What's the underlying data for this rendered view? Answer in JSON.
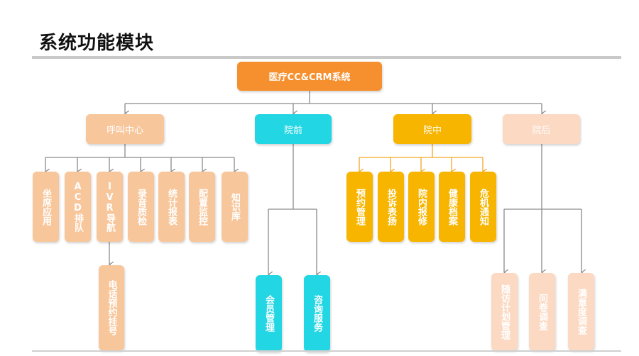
{
  "page": {
    "title": "系统功能模块"
  },
  "root": {
    "label": "医疗CC&CRM系统"
  },
  "branches": {
    "call_center": {
      "label": "呼叫中心",
      "children": [
        "坐席应用",
        "ACD排队",
        "IVR导航",
        "录音质检",
        "统计报表",
        "配置监控",
        "知识库"
      ],
      "grandchild": "电话预约挂号"
    },
    "pre_hospital": {
      "label": "院前",
      "children": [
        "会员管理",
        "咨询服务"
      ]
    },
    "in_hospital": {
      "label": "院中",
      "children": [
        "预约管理",
        "投诉表扬",
        "院内报修",
        "健康档案",
        "危机通知"
      ]
    },
    "post_hospital": {
      "label": "院后",
      "children": [
        "随访计划管理",
        "问卷调查",
        "满意度调查"
      ]
    }
  },
  "colors": {
    "root": "#f68f2d",
    "call_center": "#f8c69b",
    "pre_hospital": "#22d6e3",
    "in_hospital": "#f7b500",
    "post_hospital": "#fbd9c2",
    "connector": "#8a8a8a",
    "in_hospital_connector": "#f5a623"
  }
}
